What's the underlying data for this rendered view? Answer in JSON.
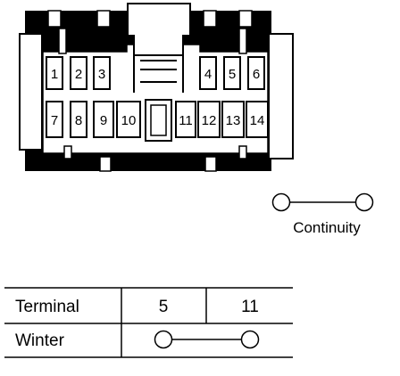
{
  "connector": {
    "terminals_top": [
      "1",
      "2",
      "3",
      "4",
      "5",
      "6"
    ],
    "terminals_bottom": [
      "7",
      "8",
      "9",
      "10",
      "11",
      "12",
      "13",
      "14"
    ]
  },
  "legend": {
    "label": "Continuity",
    "symbol_icon": "continuity-symbol-icon"
  },
  "table": {
    "header_label": "Terminal",
    "columns": [
      "5",
      "11"
    ],
    "rows": [
      {
        "label": "Winter",
        "continuity": true
      }
    ]
  }
}
